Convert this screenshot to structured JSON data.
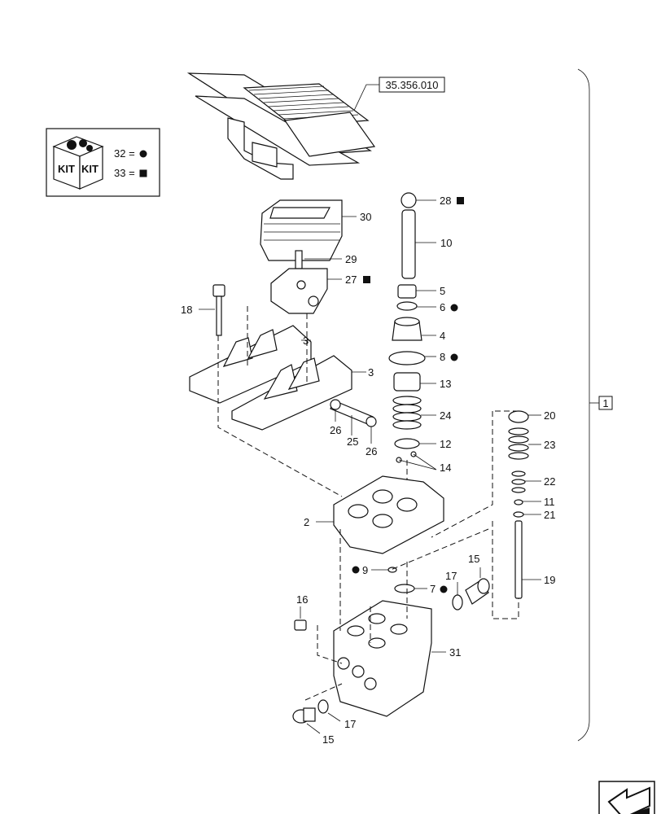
{
  "reference": "35.356.010",
  "assembly_number": "1",
  "kit": {
    "icon": "kit-box-icon",
    "word_left": "KIT",
    "word_right": "KIT",
    "entries": [
      {
        "number": "32",
        "symbol": "=",
        "marker": "circle"
      },
      {
        "number": "33",
        "symbol": "=",
        "marker": "square"
      }
    ]
  },
  "callouts": [
    {
      "id": "c30",
      "number": "30"
    },
    {
      "id": "c29",
      "number": "29"
    },
    {
      "id": "c27",
      "number": "27",
      "marker": "square"
    },
    {
      "id": "c18",
      "number": "18"
    },
    {
      "id": "c3a",
      "number": "3"
    },
    {
      "id": "c3b",
      "number": "3"
    },
    {
      "id": "c26a",
      "number": "26"
    },
    {
      "id": "c25",
      "number": "25"
    },
    {
      "id": "c26b",
      "number": "26"
    },
    {
      "id": "c28",
      "number": "28",
      "marker": "square"
    },
    {
      "id": "c10",
      "number": "10"
    },
    {
      "id": "c5",
      "number": "5"
    },
    {
      "id": "c6",
      "number": "6",
      "marker": "circle"
    },
    {
      "id": "c4",
      "number": "4"
    },
    {
      "id": "c8",
      "number": "8",
      "marker": "circle"
    },
    {
      "id": "c13",
      "number": "13"
    },
    {
      "id": "c24",
      "number": "24"
    },
    {
      "id": "c12",
      "number": "12"
    },
    {
      "id": "c14",
      "number": "14"
    },
    {
      "id": "c20",
      "number": "20"
    },
    {
      "id": "c23",
      "number": "23"
    },
    {
      "id": "c22",
      "number": "22"
    },
    {
      "id": "c11",
      "number": "11"
    },
    {
      "id": "c21",
      "number": "21"
    },
    {
      "id": "c19",
      "number": "19"
    },
    {
      "id": "c2",
      "number": "2"
    },
    {
      "id": "c9",
      "number": "9",
      "marker": "circle",
      "marker_before": true
    },
    {
      "id": "c17a",
      "number": "17"
    },
    {
      "id": "c7",
      "number": "7",
      "marker": "circle"
    },
    {
      "id": "c15a",
      "number": "15"
    },
    {
      "id": "c16",
      "number": "16"
    },
    {
      "id": "c31",
      "number": "31"
    },
    {
      "id": "c17b",
      "number": "17"
    },
    {
      "id": "c15b",
      "number": "15"
    }
  ],
  "navigation": {
    "icon": "next-page-arrow-icon"
  }
}
